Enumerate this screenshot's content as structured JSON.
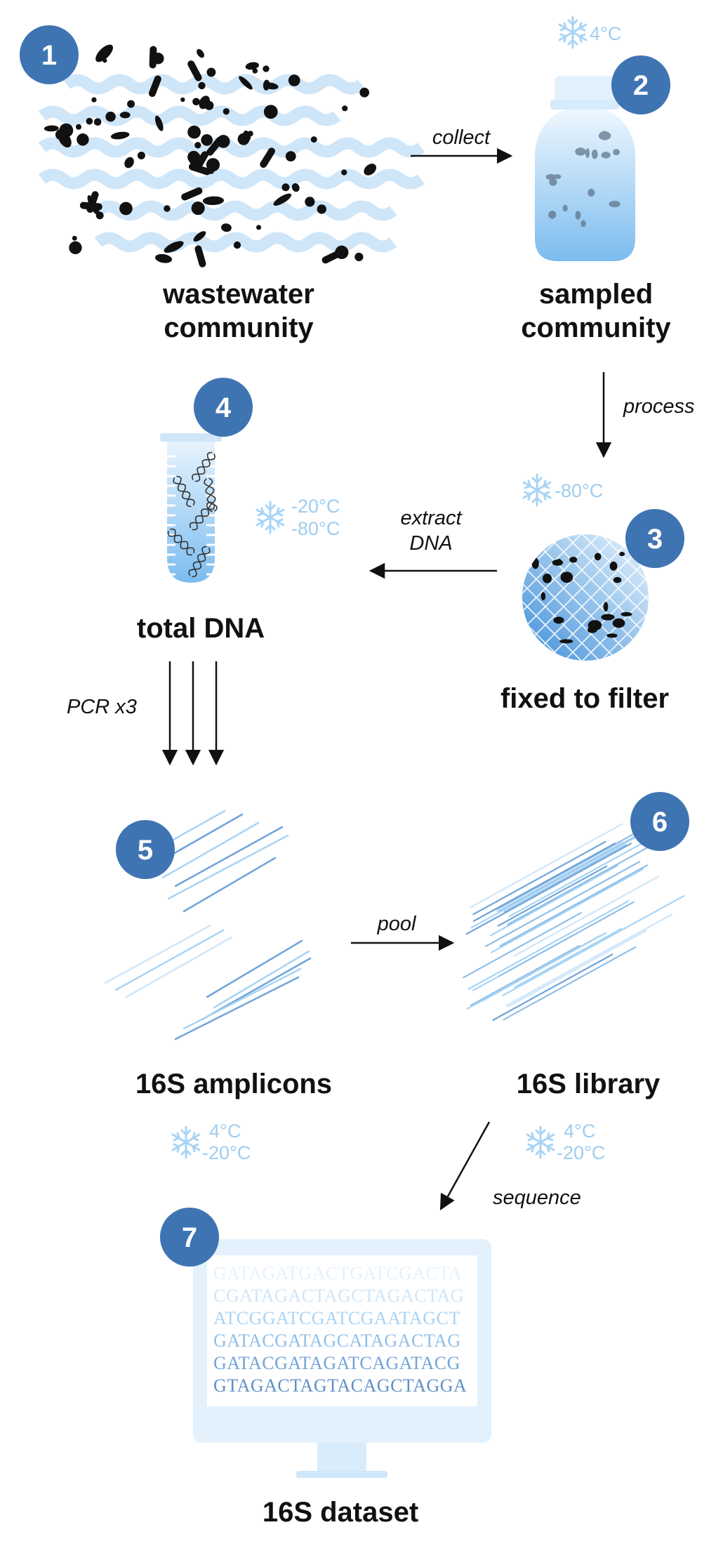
{
  "steps": [
    {
      "num": "1",
      "title_line1": "wastewater",
      "title_line2": "community"
    },
    {
      "num": "2",
      "title_line1": "sampled",
      "title_line2": "community"
    },
    {
      "num": "3",
      "title_line1": "fixed to filter"
    },
    {
      "num": "4",
      "title_line1": "total DNA"
    },
    {
      "num": "5",
      "title_line1": "16S amplicons"
    },
    {
      "num": "6",
      "title_line1": "16S library"
    },
    {
      "num": "7",
      "title_line1": "16S dataset"
    }
  ],
  "actions": {
    "collect": "collect",
    "process": "process",
    "extract_line1": "extract",
    "extract_line2": "DNA",
    "pcr": "PCR x3",
    "pool": "pool",
    "sequence": "sequence"
  },
  "temperatures": {
    "sample": "4°C",
    "filter": "-80°C",
    "dna_line1": "-20°C",
    "dna_line2": "-80°C",
    "amplicons_line1": "4°C",
    "amplicons_line2": "-20°C",
    "library_line1": "4°C",
    "library_line2": "-20°C"
  },
  "sequences": [
    "GATAGATGACTGATCGACTA",
    "CGATAGACTAGCTAGACTAG",
    "ATCGGATCGATCGAATAGCT",
    "GATACGATAGCATAGACTAG",
    "GATACGATAGATCAGATACG",
    "GTAGACTAGTACAGCTAGGA"
  ],
  "colors": {
    "badge": "#3f74b3",
    "light_blue": "#a8d4f5",
    "mid_blue": "#6fa4d9",
    "dark": "#111111",
    "snowflake": "#a8d4f5"
  },
  "icons": [
    "snowflake-icon",
    "bottle-icon",
    "tube-icon",
    "filter-icon",
    "monitor-icon",
    "dna-helix-icon",
    "bacteria-icon"
  ]
}
